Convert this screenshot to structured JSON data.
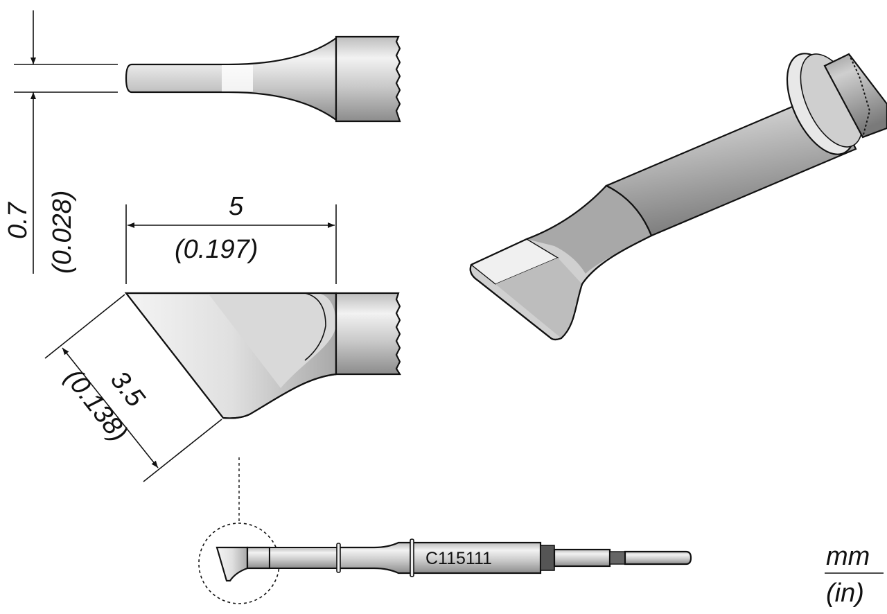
{
  "dimensions": {
    "thickness": {
      "mm": "0.7",
      "in": "(0.028)"
    },
    "length": {
      "mm": "5",
      "in": "(0.197)"
    },
    "width": {
      "mm": "3.5",
      "in": "(0.138)"
    }
  },
  "part_number": "C115111",
  "units": {
    "primary": "mm",
    "secondary": "(in)"
  },
  "colors": {
    "line": "#111111",
    "metal_dark": "#8a8a8a",
    "metal_light": "#e6e6e6",
    "band": "#555555"
  }
}
